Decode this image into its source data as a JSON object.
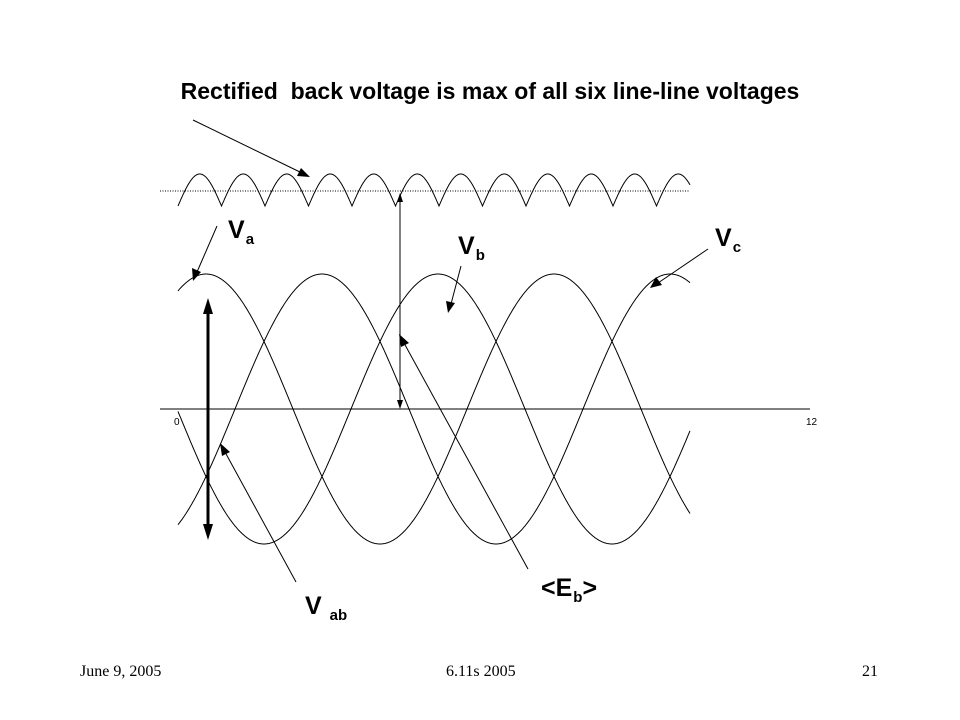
{
  "title": "Rectified  back voltage is max of all six line-line voltages",
  "labels": {
    "va": {
      "main": "V",
      "sub": "a"
    },
    "vb": {
      "main": "V",
      "sub": "b"
    },
    "vc": {
      "main": "V",
      "sub": "c"
    },
    "vab": {
      "main": "V",
      "sub": "ab"
    },
    "eb": {
      "open": "<E",
      "sub": "b",
      "close": ">"
    }
  },
  "axis": {
    "x_start": "0",
    "x_end": "12"
  },
  "footer": {
    "date": "June 9, 2005",
    "course": "6.11s 2005",
    "page": "21"
  }
}
